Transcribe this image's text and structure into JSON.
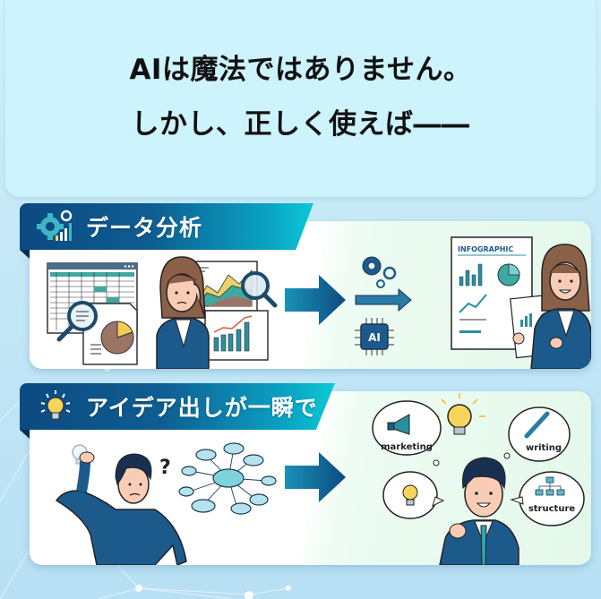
{
  "headline": {
    "line1": "AIは魔法ではありません。",
    "line2": "しかし、正しく使えば――"
  },
  "sections": [
    {
      "title": "データ分析",
      "icon": "gear-chart-icon",
      "before": {
        "description": "confused-woman-with-spreadsheets-and-charts",
        "items": [
          "spreadsheet",
          "pie-chart-document",
          "magnifier",
          "area-chart",
          "bar-chart"
        ]
      },
      "after": {
        "ai_chip_label": "AI",
        "document_title": "INFOGRAPHIC",
        "description": "smiling-woman-holding-infographic"
      }
    },
    {
      "title": "アイデア出しが一瞬で",
      "icon": "lightbulb-icon",
      "before": {
        "description": "confused-man-with-mind-map",
        "question_mark": "?"
      },
      "after": {
        "description": "smiling-man-with-idea-bubbles",
        "bubbles": [
          "marketing",
          "writing",
          "structure"
        ]
      }
    }
  ],
  "colors": {
    "navy": "#0c4a80",
    "teal": "#0cc8d6",
    "suit": "#1d5a8c",
    "bulb": "#f6d55c",
    "panel": "#cdf3fd"
  }
}
